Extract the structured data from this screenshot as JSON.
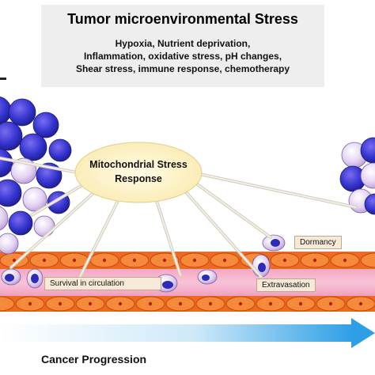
{
  "header": {
    "title": "Tumor microenvironmental Stress",
    "stressors": [
      "Hypoxia, Nutrient deprivation,",
      "Inflammation, oxidative stress, pH changes,",
      "Shear stress, immune response, chemotherapy"
    ]
  },
  "center": {
    "line1": "Mitochondrial Stress",
    "line2": "Response"
  },
  "labels": {
    "dormancy": "Dormancy",
    "survival": "Survival in circulation",
    "extravasation": "Extravasation"
  },
  "footer": {
    "progression": "Cancer Progression"
  },
  "colors": {
    "header_bg": "#eeeeee",
    "ellipse_fill": "#fff3c4",
    "vessel_cell": "#f07a2a",
    "vessel_lumen": "#f6a3c4",
    "tumor_cell_dark": "#3a3ad6",
    "tumor_cell_light": "#d8c8ec",
    "arrow": "#3aa8e8"
  }
}
